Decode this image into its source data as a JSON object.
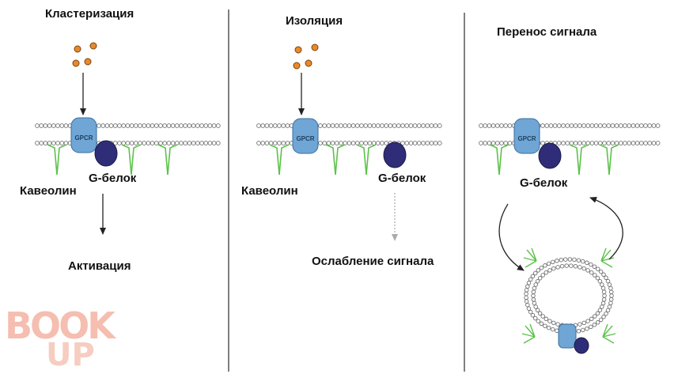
{
  "panels": [
    {
      "title": "Кластеризация",
      "receptor": "GPCR",
      "caveolin": "Кавеолин",
      "gprotein": "G-белок",
      "outcome": "Активация"
    },
    {
      "title": "Изоляция",
      "receptor": "GPCR",
      "caveolin": "Кавеолин",
      "gprotein": "G-белок",
      "outcome": "Ослабление сигнала"
    },
    {
      "title": "Перенос сигнала",
      "receptor": "GPCR",
      "gprotein": "G-белок"
    }
  ],
  "watermark": {
    "line1": "BOOK",
    "line2": "UP"
  },
  "colors": {
    "receptor": "#6fa6d6",
    "gprotein": "#2f2d78",
    "caveolin": "#5cc24a",
    "ligand": "#e8892a",
    "divider": "#808080",
    "watermark": "#f4b8a8"
  }
}
